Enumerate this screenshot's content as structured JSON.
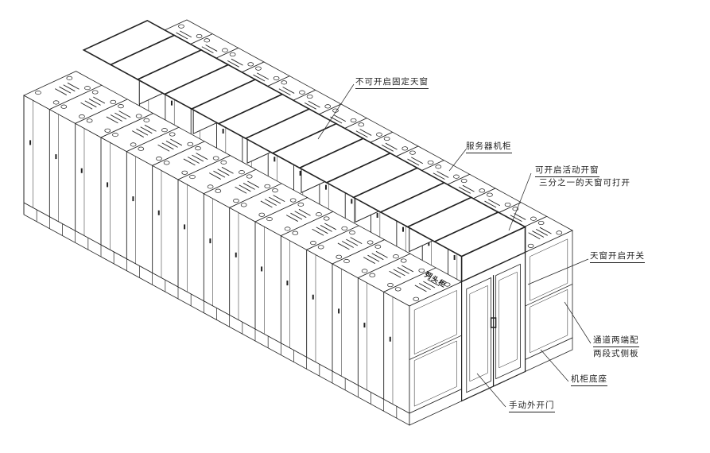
{
  "labels": {
    "fixed_skylight": "不可开启固定天窗",
    "server_cabinet": "服务器机柜",
    "openable_skylight": "可开启活动开窗",
    "openable_note": "三分之一的天窗可打开",
    "skylight_switch": "天窗开启开关",
    "side_panel_1": "通道两端配",
    "side_panel_2": "两段式侧板",
    "cabinet_base": "机柜底座",
    "manual_door": "手动外开门",
    "head_cabinet": "列头柜"
  },
  "colors": {
    "line": "#222222",
    "background": "#ffffff"
  },
  "cabinet_count_per_row": 15,
  "skylight_panel_count": 14
}
